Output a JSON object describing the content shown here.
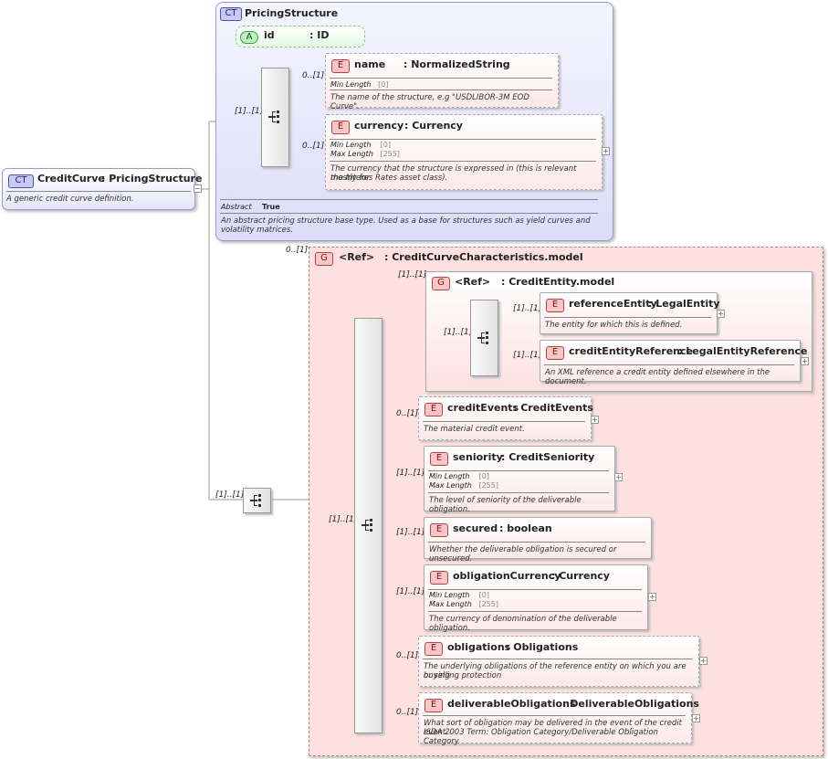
{
  "root": {
    "badge": "CT",
    "name": "CreditCurve",
    "type": ": PricingStructure",
    "description": "A generic credit curve definition."
  },
  "pricing_structure": {
    "badge": "CT",
    "name": "PricingStructure",
    "abstract_label": "Abstract",
    "abstract_value": "True",
    "description_line1": "An abstract pricing structure base type. Used as a base for structures such as yield curves and",
    "description_line2": "volatility matrices.",
    "attribute": {
      "badge": "A",
      "name": "id",
      "type": ": ID"
    },
    "seq_multiplicity": "[1]..[1]",
    "elements": [
      {
        "badge": "E",
        "name": "name",
        "type": ": NormalizedString",
        "multiplicity": "0..[1]",
        "facets": [
          {
            "label": "Min Length",
            "value": "[0]"
          }
        ],
        "description": "The name of the structure, e.g \"USDLIBOR-3M EOD Curve\"."
      },
      {
        "badge": "E",
        "name": "currency",
        "type": ": Currency",
        "multiplicity": "0..[1]",
        "facets": [
          {
            "label": "Min Length",
            "value": "[0]"
          },
          {
            "label": "Max Length",
            "value": "[255]"
          }
        ],
        "description_line1": "The currency that the structure is expressed in (this is relevant mostly for",
        "description_line2": "the Interes Rates asset class)."
      }
    ]
  },
  "main_seq_multiplicity": "[1]..[1]",
  "group_characteristics": {
    "badge": "G",
    "ref": "<Ref>",
    "type": ": CreditCurveCharacteristics.model",
    "multiplicity": "0..[1]",
    "inner_seq_multiplicity": "[1]..[1]"
  },
  "group_entity": {
    "badge": "G",
    "ref": "<Ref>",
    "type": ": CreditEntity.model",
    "multiplicity": "[1]..[1]",
    "seq_multiplicity": "[1]..[1]",
    "elements": [
      {
        "badge": "E",
        "name": "referenceEntity",
        "type": ": LegalEntity",
        "multiplicity": "[1]..[1]",
        "description": "The entity for which this is defined."
      },
      {
        "badge": "E",
        "name": "creditEntityReference",
        "type": ": LegalEntityReference",
        "multiplicity": "[1]..[1]",
        "description": "An XML reference a credit entity defined elsewhere in the document."
      }
    ]
  },
  "elements": [
    {
      "badge": "E",
      "name": "creditEvents",
      "type": ": CreditEvents",
      "multiplicity": "0..[1]",
      "description": "The material credit event."
    },
    {
      "badge": "E",
      "name": "seniority",
      "type": ": CreditSeniority",
      "multiplicity": "[1]..[1]",
      "facets": [
        {
          "label": "Min Length",
          "value": "[0]"
        },
        {
          "label": "Max Length",
          "value": "[255]"
        }
      ],
      "description": "The level of seniority of the deliverable obligation."
    },
    {
      "badge": "E",
      "name": "secured",
      "type": ": boolean",
      "multiplicity": "[1]..[1]",
      "description": "Whether the deliverable obligation is secured or unsecured."
    },
    {
      "badge": "E",
      "name": "obligationCurrency",
      "type": ": Currency",
      "multiplicity": "[1]..[1]",
      "facets": [
        {
          "label": "Min Length",
          "value": "[0]"
        },
        {
          "label": "Max Length",
          "value": "[255]"
        }
      ],
      "description": "The currency of denomination of the deliverable obligation."
    },
    {
      "badge": "E",
      "name": "obligations",
      "type": ": Obligations",
      "multiplicity": "0..[1]",
      "description_line1": "The underlying obligations of the reference entity on which you are buying",
      "description_line2": "or selling protection"
    },
    {
      "badge": "E",
      "name": "deliverableObligations",
      "type": ": DeliverableObligations",
      "multiplicity": "0..[1]",
      "description_line1": "What sort of obligation may be delivered in the event of the credit event.",
      "description_line2": "ISDA 2003 Term: Obligation Category/Deliverable Obligation Category"
    }
  ],
  "colors": {
    "ct_bg": "#e6e6fb",
    "group_bg": "#fde0e0",
    "element_bg": "#fde9e9",
    "attr_bg": "#e4fbe4"
  }
}
